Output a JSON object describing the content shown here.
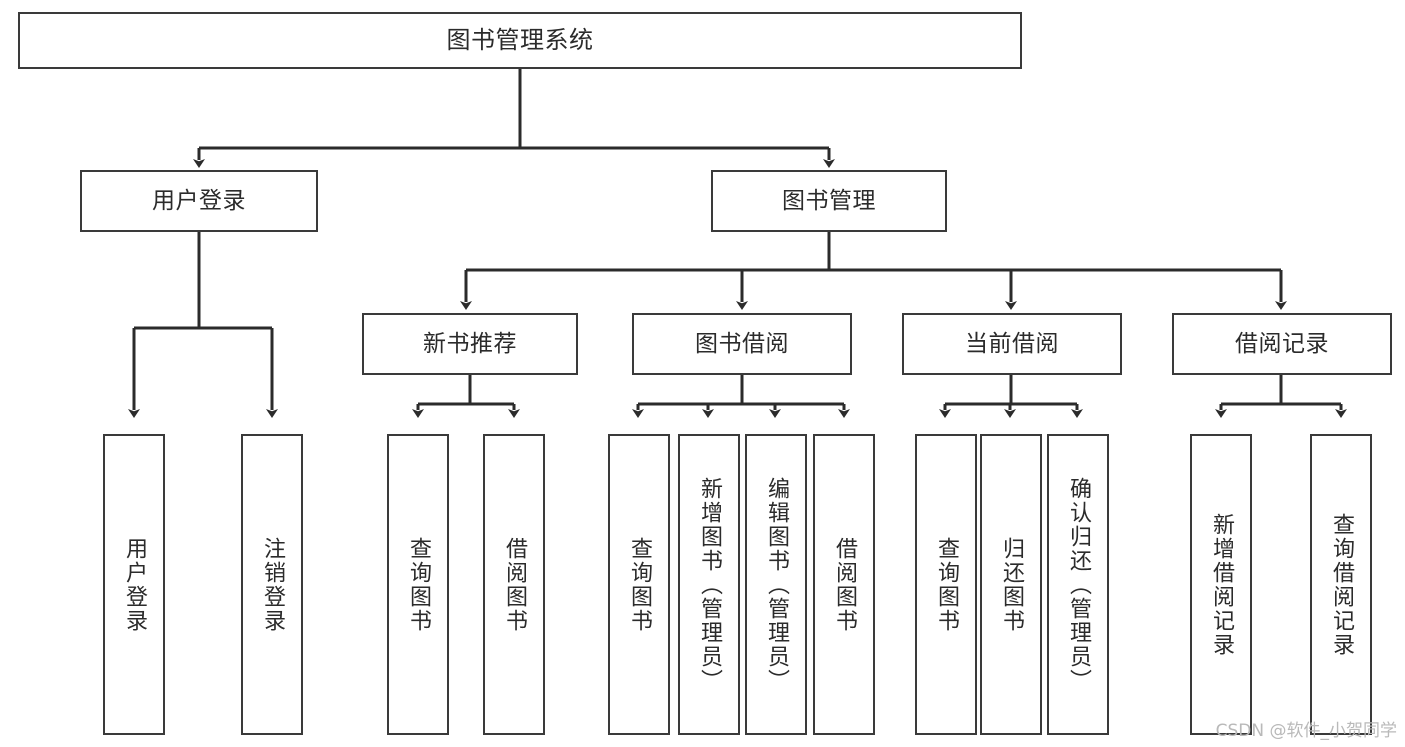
{
  "diagram": {
    "title": "图书管理系统",
    "type": "tree",
    "watermark": "CSDN @软件_小贺同学",
    "colors": {
      "box_border": "#3a3a3a",
      "box_fill": "#ffffff",
      "edge": "#2b2b2b",
      "text": "#2b2b2b",
      "watermark": "#b9b9b9"
    },
    "nodes": {
      "root": {
        "label": "图书管理系统",
        "level": 1
      },
      "l2": [
        {
          "id": "user-login",
          "label": "用户登录",
          "level": 2
        },
        {
          "id": "book-manage",
          "label": "图书管理",
          "level": 2
        }
      ],
      "l3": [
        {
          "id": "new-book-rec",
          "label": "新书推荐",
          "level": 3
        },
        {
          "id": "book-borrow",
          "label": "图书借阅",
          "level": 3
        },
        {
          "id": "current-borrow",
          "label": "当前借阅",
          "level": 3
        },
        {
          "id": "borrow-record",
          "label": "借阅记录",
          "level": 3
        }
      ],
      "leaves": [
        {
          "id": "leaf-user-login",
          "label": "用户登录",
          "parent": "user-login"
        },
        {
          "id": "leaf-user-logout",
          "label": "注销登录",
          "parent": "user-login"
        },
        {
          "id": "leaf-query-book-1",
          "label": "查询图书",
          "parent": "new-book-rec"
        },
        {
          "id": "leaf-borrow-book-1",
          "label": "借阅图书",
          "parent": "new-book-rec"
        },
        {
          "id": "leaf-query-book-2",
          "label": "查询图书",
          "parent": "book-borrow"
        },
        {
          "id": "leaf-add-book",
          "label": "新增图书（管理员）",
          "parent": "book-borrow"
        },
        {
          "id": "leaf-edit-book",
          "label": "编辑图书（管理员）",
          "parent": "book-borrow"
        },
        {
          "id": "leaf-borrow-book-2",
          "label": "借阅图书",
          "parent": "book-borrow"
        },
        {
          "id": "leaf-query-book-3",
          "label": "查询图书",
          "parent": "current-borrow"
        },
        {
          "id": "leaf-return-book",
          "label": "归还图书",
          "parent": "current-borrow"
        },
        {
          "id": "leaf-confirm-return",
          "label": "确认归还（管理员）",
          "parent": "current-borrow"
        },
        {
          "id": "leaf-add-record",
          "label": "新增借阅记录",
          "parent": "borrow-record"
        },
        {
          "id": "leaf-query-record",
          "label": "查询借阅记录",
          "parent": "borrow-record"
        }
      ]
    }
  }
}
